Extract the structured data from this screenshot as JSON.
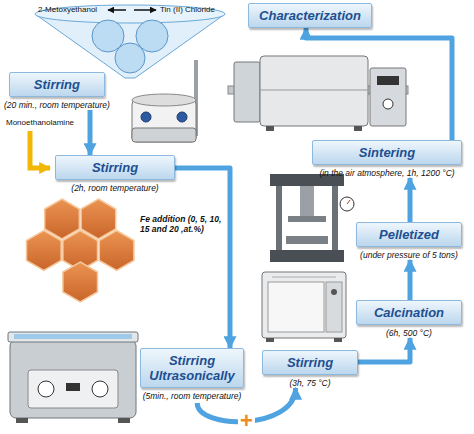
{
  "diagram": {
    "nodes": [
      {
        "text": [
          "Characterization"
        ]
      },
      {
        "text": [
          "Stirring",
          "(20 min., room temperature)"
        ]
      },
      {
        "text": [
          "Sintering",
          "(in the air atmosphere, 1h, 1200 °C)"
        ]
      },
      {
        "text": [
          "Stirring",
          "(2h, room temperature)"
        ]
      },
      {
        "text": [
          "Pelletized",
          "(under pressure of 5 tons)"
        ]
      },
      {
        "text": [
          "Calcination",
          "(6h, 500 °C)"
        ]
      },
      {
        "text": [
          "Stirring Ultrasonically",
          "(5min., room temperature)"
        ]
      },
      {
        "text": [
          "Stirring",
          "(3h, 75 °C)"
        ]
      }
    ],
    "edges": [
      {
        "from": 1,
        "to": 3,
        "arrow": "to"
      },
      {
        "from": 3,
        "to": 6,
        "arrow": "to"
      },
      {
        "from": 6,
        "to": 7,
        "label": "+",
        "arrow": "to"
      },
      {
        "from": 7,
        "to": 5,
        "arrow": "to"
      },
      {
        "from": 5,
        "to": 4,
        "arrow": "to"
      },
      {
        "from": 4,
        "to": 2,
        "arrow": "to"
      },
      {
        "from": 2,
        "to": 0,
        "arrow": "to"
      }
    ],
    "labels": [
      "2-Metoxyethanol",
      "Tin (II) Chloride",
      "Monoethanolamine",
      "Fe addition (0, 5, 10, 15 and 20 ,at.%)"
    ]
  }
}
